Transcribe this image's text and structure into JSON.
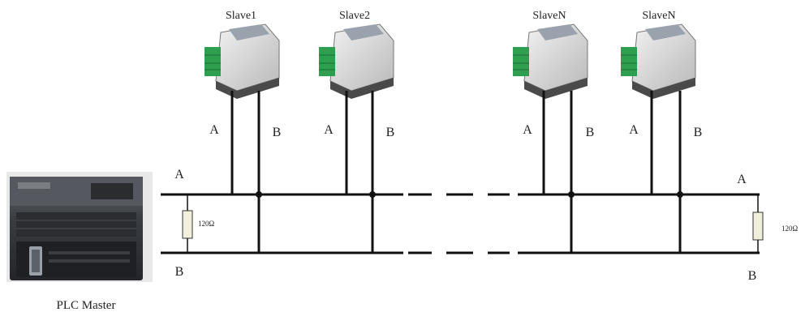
{
  "master": {
    "label": "PLC Master"
  },
  "slaves": [
    {
      "label": "Slave1"
    },
    {
      "label": "Slave2"
    },
    {
      "label": "SlaveN"
    },
    {
      "label": "SlaveN"
    }
  ],
  "bus": {
    "line_a_label": "A",
    "line_b_label": "B",
    "drop_a_label": "A",
    "drop_b_label": "B"
  },
  "terminators": [
    {
      "label": "120Ω"
    },
    {
      "label": "120Ω"
    }
  ],
  "colors": {
    "wire": "#111111",
    "device_body": "#d8d8d8",
    "device_shadow": "#4a4a4a",
    "terminal_green": "#2e9e4f",
    "plc_body": "#3c3f44",
    "resistor_fill": "#f2f0dc"
  }
}
